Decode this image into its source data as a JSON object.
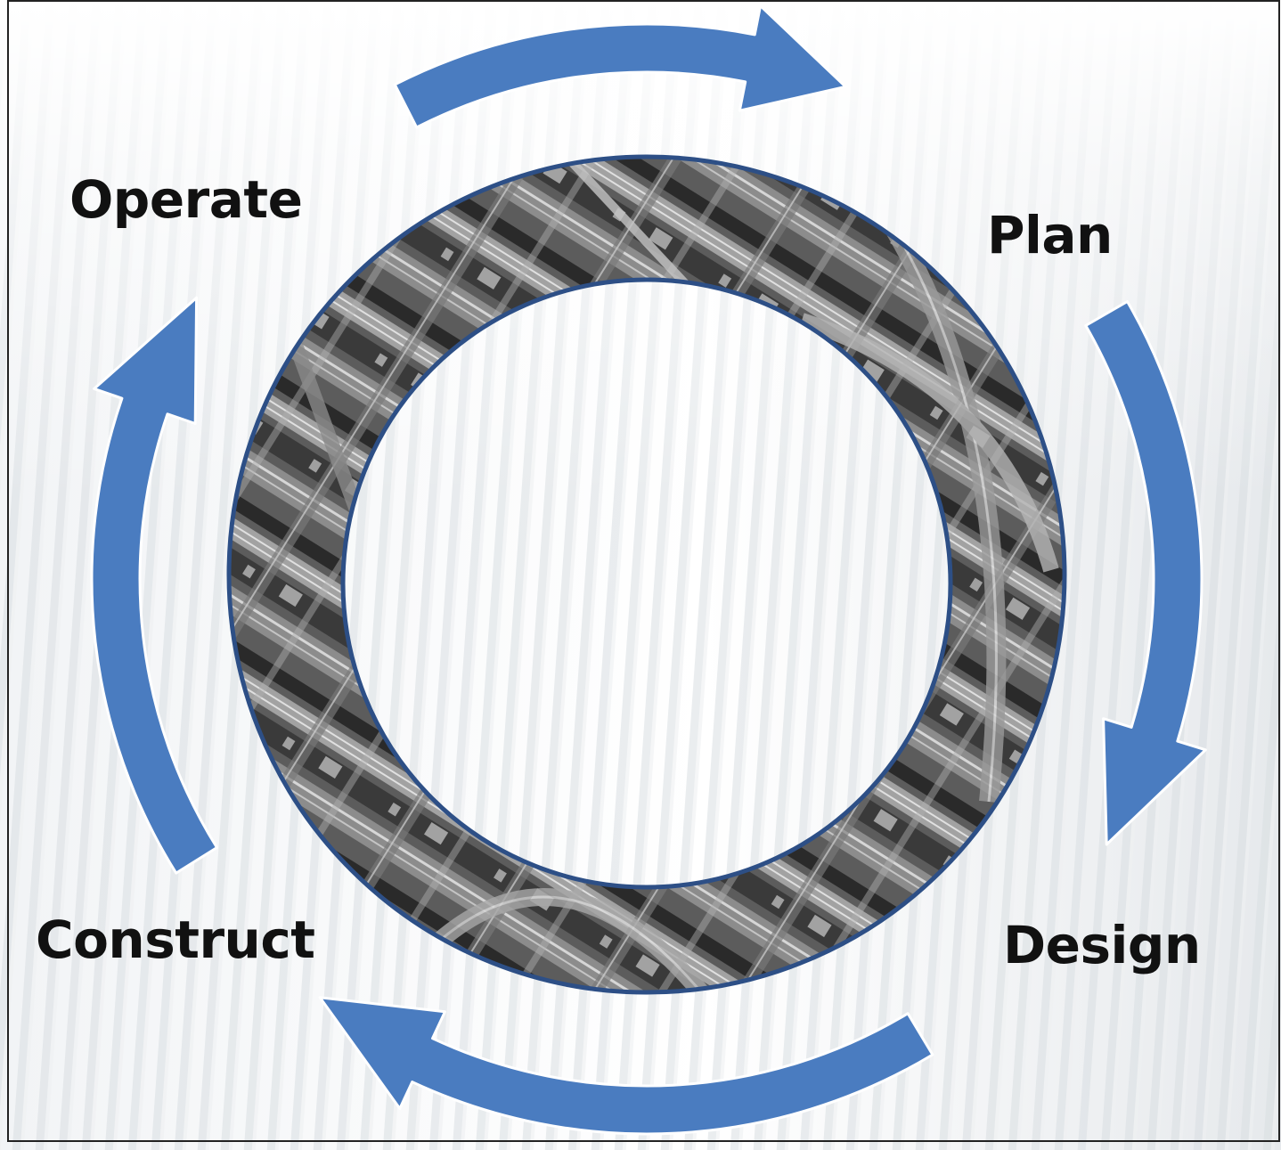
{
  "diagram": {
    "stages": [
      {
        "id": "plan",
        "label": "Plan"
      },
      {
        "id": "design",
        "label": "Design"
      },
      {
        "id": "construct",
        "label": "Construct"
      },
      {
        "id": "operate",
        "label": "Operate"
      }
    ],
    "colors": {
      "arrow": "#4a7cc0",
      "ring_border": "#2d4f86",
      "label_text": "#111111",
      "frame": "#222222"
    },
    "center_image": "aerial-photo-highway-interchange"
  }
}
